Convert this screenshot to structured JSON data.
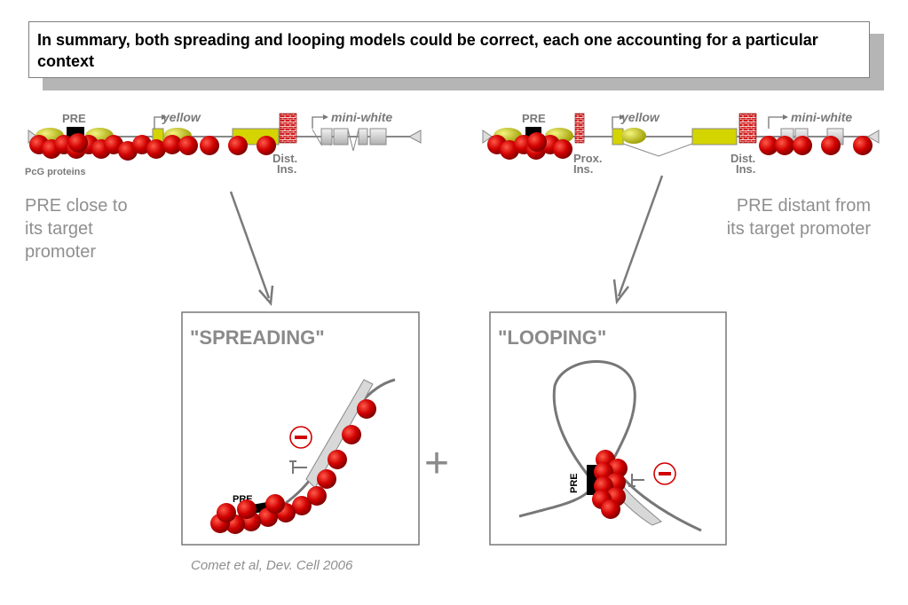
{
  "title": "In summary, both spreading and looping models could be correct, each one accounting for a particular context",
  "left_construct": {
    "pre": "PRE",
    "yellow": "yellow",
    "mini_white": "mini-white",
    "dist_ins_1": "Dist.",
    "dist_ins_2": "Ins.",
    "pcg": "PcG proteins",
    "note": [
      "PRE close to",
      "its target",
      "promoter"
    ]
  },
  "right_construct": {
    "pre": "PRE",
    "yellow": "yellow",
    "mini_white": "mini-white",
    "prox_ins_1": "Prox.",
    "prox_ins_2": "Ins.",
    "dist_ins_1": "Dist.",
    "dist_ins_2": "Ins.",
    "note": [
      "PRE distant from",
      "its target promoter"
    ]
  },
  "spreading_panel": {
    "title": "\"SPREADING\"",
    "pre": "PRE"
  },
  "looping_panel": {
    "title": "\"LOOPING\"",
    "pre": "PRE"
  },
  "plus": "+",
  "citation": "Comet et al, Dev. Cell 2006",
  "colors": {
    "pcg_red": "#cc0000",
    "yellow_gene": "#d4d400",
    "insulator": "#c8102e",
    "grey_text": "#8f8f8f"
  }
}
